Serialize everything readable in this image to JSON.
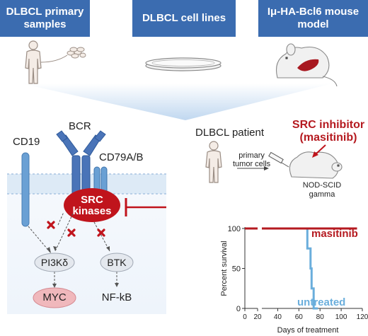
{
  "headers": {
    "primary_samples": "DLBCL primary samples",
    "cell_lines": "DLBCL cell lines",
    "mouse_model": "Iμ-HA-Bcl6 mouse model"
  },
  "signaling": {
    "bcr": "BCR",
    "cd19": "CD19",
    "cd79": "CD79A/B",
    "src_line1": "SRC",
    "src_line2": "kinases",
    "pi3k": "PI3Kδ",
    "btk": "BTK",
    "myc": "MYC",
    "nfkb": "NF-kB"
  },
  "xenograft": {
    "patient_label": "DLBCL patient",
    "tumor_cells_line1": "primary",
    "tumor_cells_line2": "tumor cells",
    "inhibitor_line1": "SRC inhibitor",
    "inhibitor_line2": "(masitinib)",
    "mouse_line1": "NOD-SCID",
    "mouse_line2": "gamma"
  },
  "colors": {
    "header_blue": "#3b6cb0",
    "receptor_blue": "#4a74b8",
    "cd19_blue": "#6aa0d4",
    "src_red": "#c0141c",
    "untreated_blue": "#6aaedc",
    "masitinib_red": "#b51a20",
    "myc_pink": "#f0b8bc",
    "node_gray": "#e4e8ee",
    "panel_bg": "#e9f1fa"
  },
  "chart_data": {
    "type": "line",
    "xlabel": "Days of treatment",
    "ylabel": "Percent survival",
    "x_ticks": [
      0,
      20,
      40,
      60,
      80,
      100,
      120
    ],
    "y_ticks": [
      0,
      50,
      100
    ],
    "axis_break": [
      20,
      25
    ],
    "xlim": [
      0,
      120
    ],
    "ylim": [
      0,
      100
    ],
    "series": [
      {
        "name": "masitinib",
        "color": "#b51a20",
        "points": [
          [
            0,
            100
          ],
          [
            20,
            100
          ],
          [
            25,
            100
          ],
          [
            115,
            100
          ]
        ]
      },
      {
        "name": "untreated",
        "color": "#6aaedc",
        "points": [
          [
            0,
            100
          ],
          [
            20,
            100
          ],
          [
            25,
            100
          ],
          [
            68,
            100
          ],
          [
            68,
            75
          ],
          [
            71,
            75
          ],
          [
            71,
            50
          ],
          [
            72,
            50
          ],
          [
            72,
            25
          ],
          [
            74,
            25
          ],
          [
            74,
            0
          ],
          [
            78,
            0
          ]
        ]
      }
    ]
  }
}
